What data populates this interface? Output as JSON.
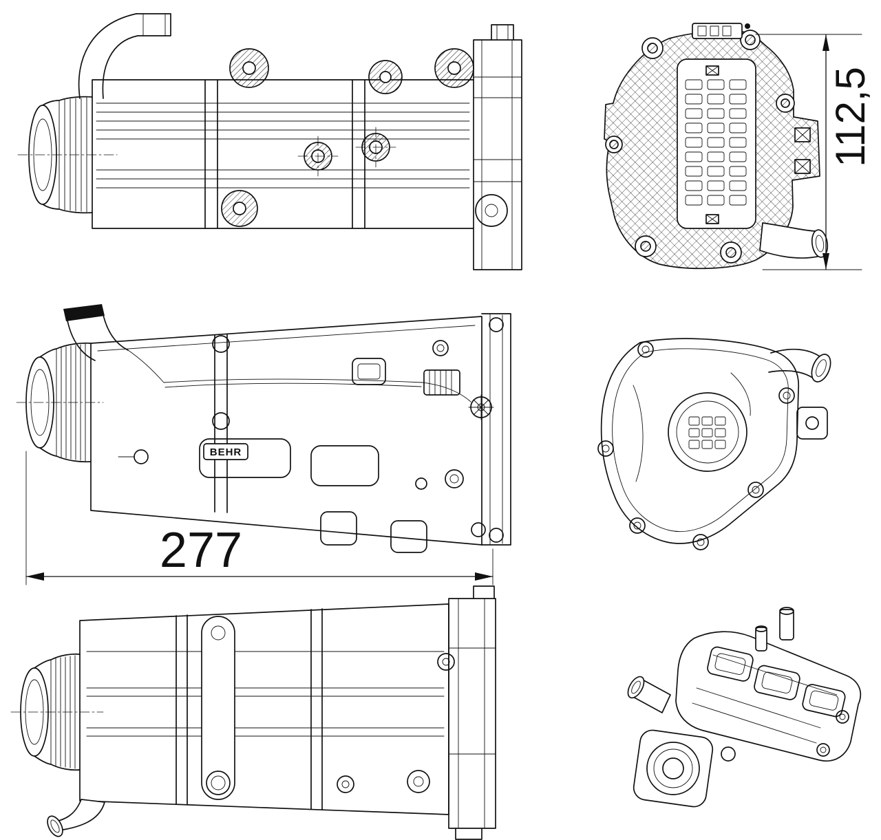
{
  "drawing": {
    "brand_label": "BEHR",
    "dimension_length": "277",
    "dimension_height": "112,5"
  },
  "style": {
    "line_color": "#111111",
    "background_color": "#ffffff"
  }
}
